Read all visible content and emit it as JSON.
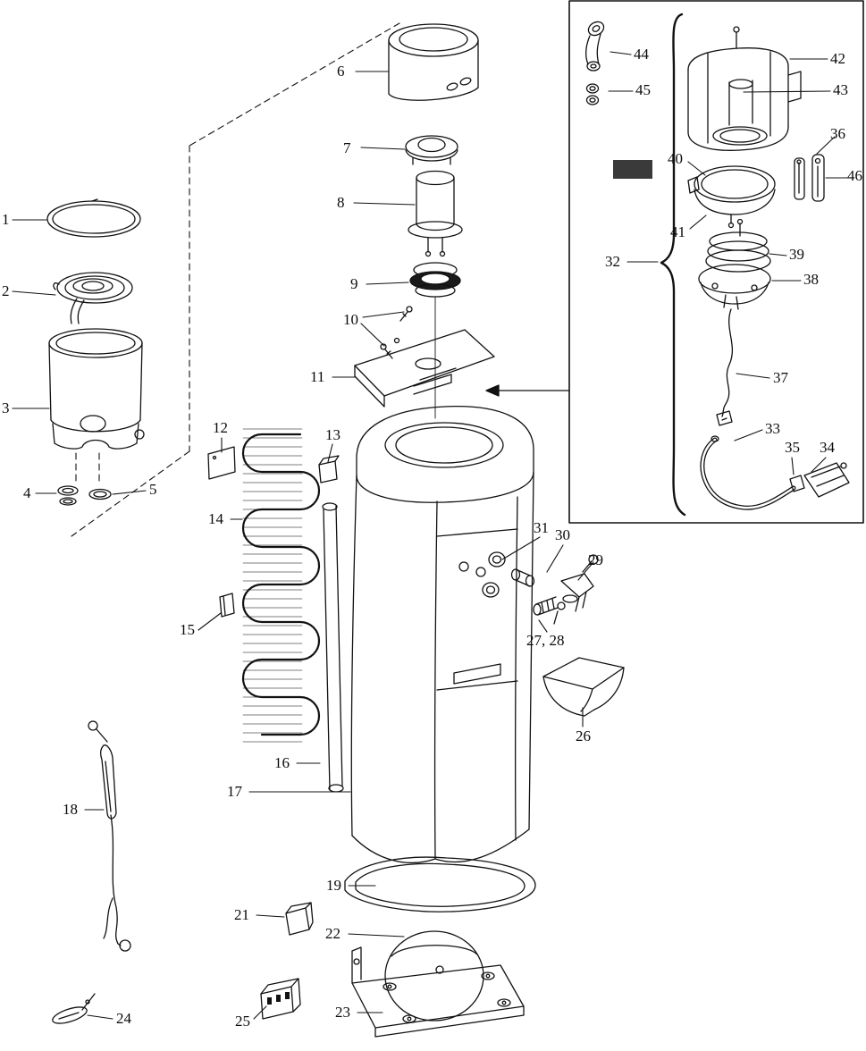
{
  "colors": {
    "background": "#ffffff",
    "line": "#111111",
    "solid_block": "#3a3a3a"
  },
  "callouts": {
    "p1": {
      "text": "1"
    },
    "p2": {
      "text": "2"
    },
    "p3": {
      "text": "3"
    },
    "p4": {
      "text": "4"
    },
    "p5": {
      "text": "5"
    },
    "p6": {
      "text": "6"
    },
    "p7": {
      "text": "7"
    },
    "p8": {
      "text": "8"
    },
    "p9": {
      "text": "9"
    },
    "p10": {
      "text": "10"
    },
    "p11": {
      "text": "11"
    },
    "p12": {
      "text": "12"
    },
    "p13": {
      "text": "13"
    },
    "p14": {
      "text": "14"
    },
    "p15": {
      "text": "15"
    },
    "p16": {
      "text": "16"
    },
    "p17": {
      "text": "17"
    },
    "p18": {
      "text": "18"
    },
    "p19": {
      "text": "19"
    },
    "p21": {
      "text": "21"
    },
    "p22": {
      "text": "22"
    },
    "p23": {
      "text": "23"
    },
    "p24": {
      "text": "24"
    },
    "p25": {
      "text": "25"
    },
    "p26": {
      "text": "26"
    },
    "p27_28": {
      "text": "27, 28"
    },
    "p29": {
      "text": "29"
    },
    "p30": {
      "text": "30"
    },
    "p31": {
      "text": "31"
    },
    "p32": {
      "text": "32"
    },
    "p33": {
      "text": "33"
    },
    "p34": {
      "text": "34"
    },
    "p35": {
      "text": "35"
    },
    "p36": {
      "text": "36"
    },
    "p37": {
      "text": "37"
    },
    "p38": {
      "text": "38"
    },
    "p39": {
      "text": "39"
    },
    "p40": {
      "text": "40"
    },
    "p41": {
      "text": "41"
    },
    "p42": {
      "text": "42"
    },
    "p43": {
      "text": "43"
    },
    "p44": {
      "text": "44"
    },
    "p45": {
      "text": "45"
    },
    "p46": {
      "text": "46"
    }
  }
}
